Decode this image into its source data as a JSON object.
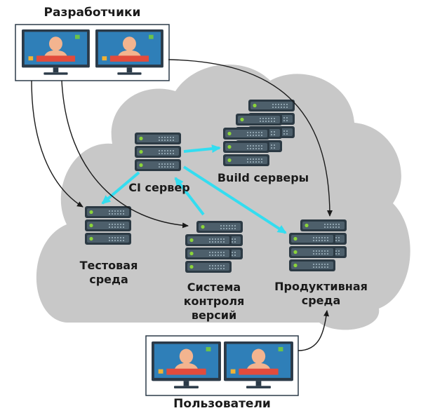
{
  "groups": {
    "developers": "Разработчики",
    "users": "Пользователи"
  },
  "nodes": {
    "ci_server": "CI сервер",
    "build_servers": "Build серверы",
    "test_env_line1": "Тестовая",
    "test_env_line2": "среда",
    "vcs_line1": "Система",
    "vcs_line2": "контроля",
    "vcs_line3": "версий",
    "prod_line1": "Продуктивная",
    "prod_line2": "среда"
  },
  "colors": {
    "cloud": "#c8c8c8",
    "server_dark": "#2c3a44",
    "server_mid": "#4d5f6b",
    "led_green": "#8bd43a",
    "arrow_cyan": "#33ddf0",
    "arrow_black": "#1a1a1a",
    "monitor_screen": "#2f7fb8",
    "monitor_bezel": "#2b3a48",
    "face": "#f3b48f",
    "name_bar": "#e24b3c",
    "badge_green": "#6cc24a",
    "badge_yellow": "#f2b233"
  },
  "icons": [
    "monitor-icon",
    "server-stack-icon",
    "cloud-shape"
  ]
}
